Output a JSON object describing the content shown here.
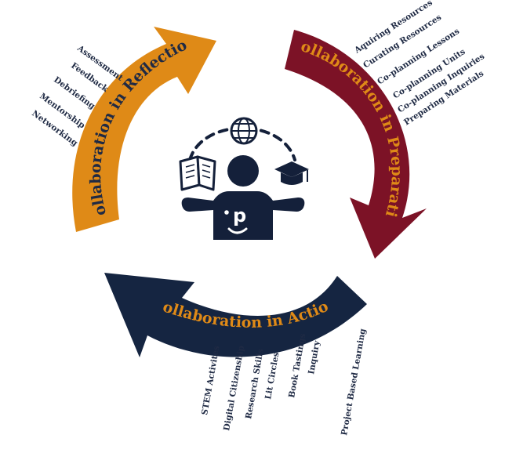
{
  "colors": {
    "reflection": "#df8a17",
    "preparation": "#7c1226",
    "action": "#152541",
    "navy": "#1f2a44",
    "icon_dark": "#14203a",
    "white": "#ffffff"
  },
  "center_icon": {
    "name": "student-with-learning-icons",
    "logo_glyph": "·p",
    "icons": [
      "open-book-icon",
      "globe-icon",
      "graduation-cap-icon",
      "person-icon"
    ]
  },
  "reflection": {
    "title": "Collaboration in Reflection",
    "items": [
      "Assessment",
      "Feedback",
      "Debriefing",
      "Mentorship",
      "Networking"
    ]
  },
  "preparation": {
    "title": "Collaboration in Preparation",
    "items": [
      "Aquiring Resources",
      "Curating Resources",
      "Co-planning Lessons",
      "Co-planning Units",
      "Co-planning Inquiries",
      "Preparing Materials"
    ]
  },
  "action": {
    "title": "Collaboration in Action",
    "items": [
      "STEM Activites",
      "Digital Citizenship",
      "Research Skills",
      "Lit Circles",
      "Book Tastings",
      "Inquiry",
      "Project Based Learning"
    ]
  }
}
